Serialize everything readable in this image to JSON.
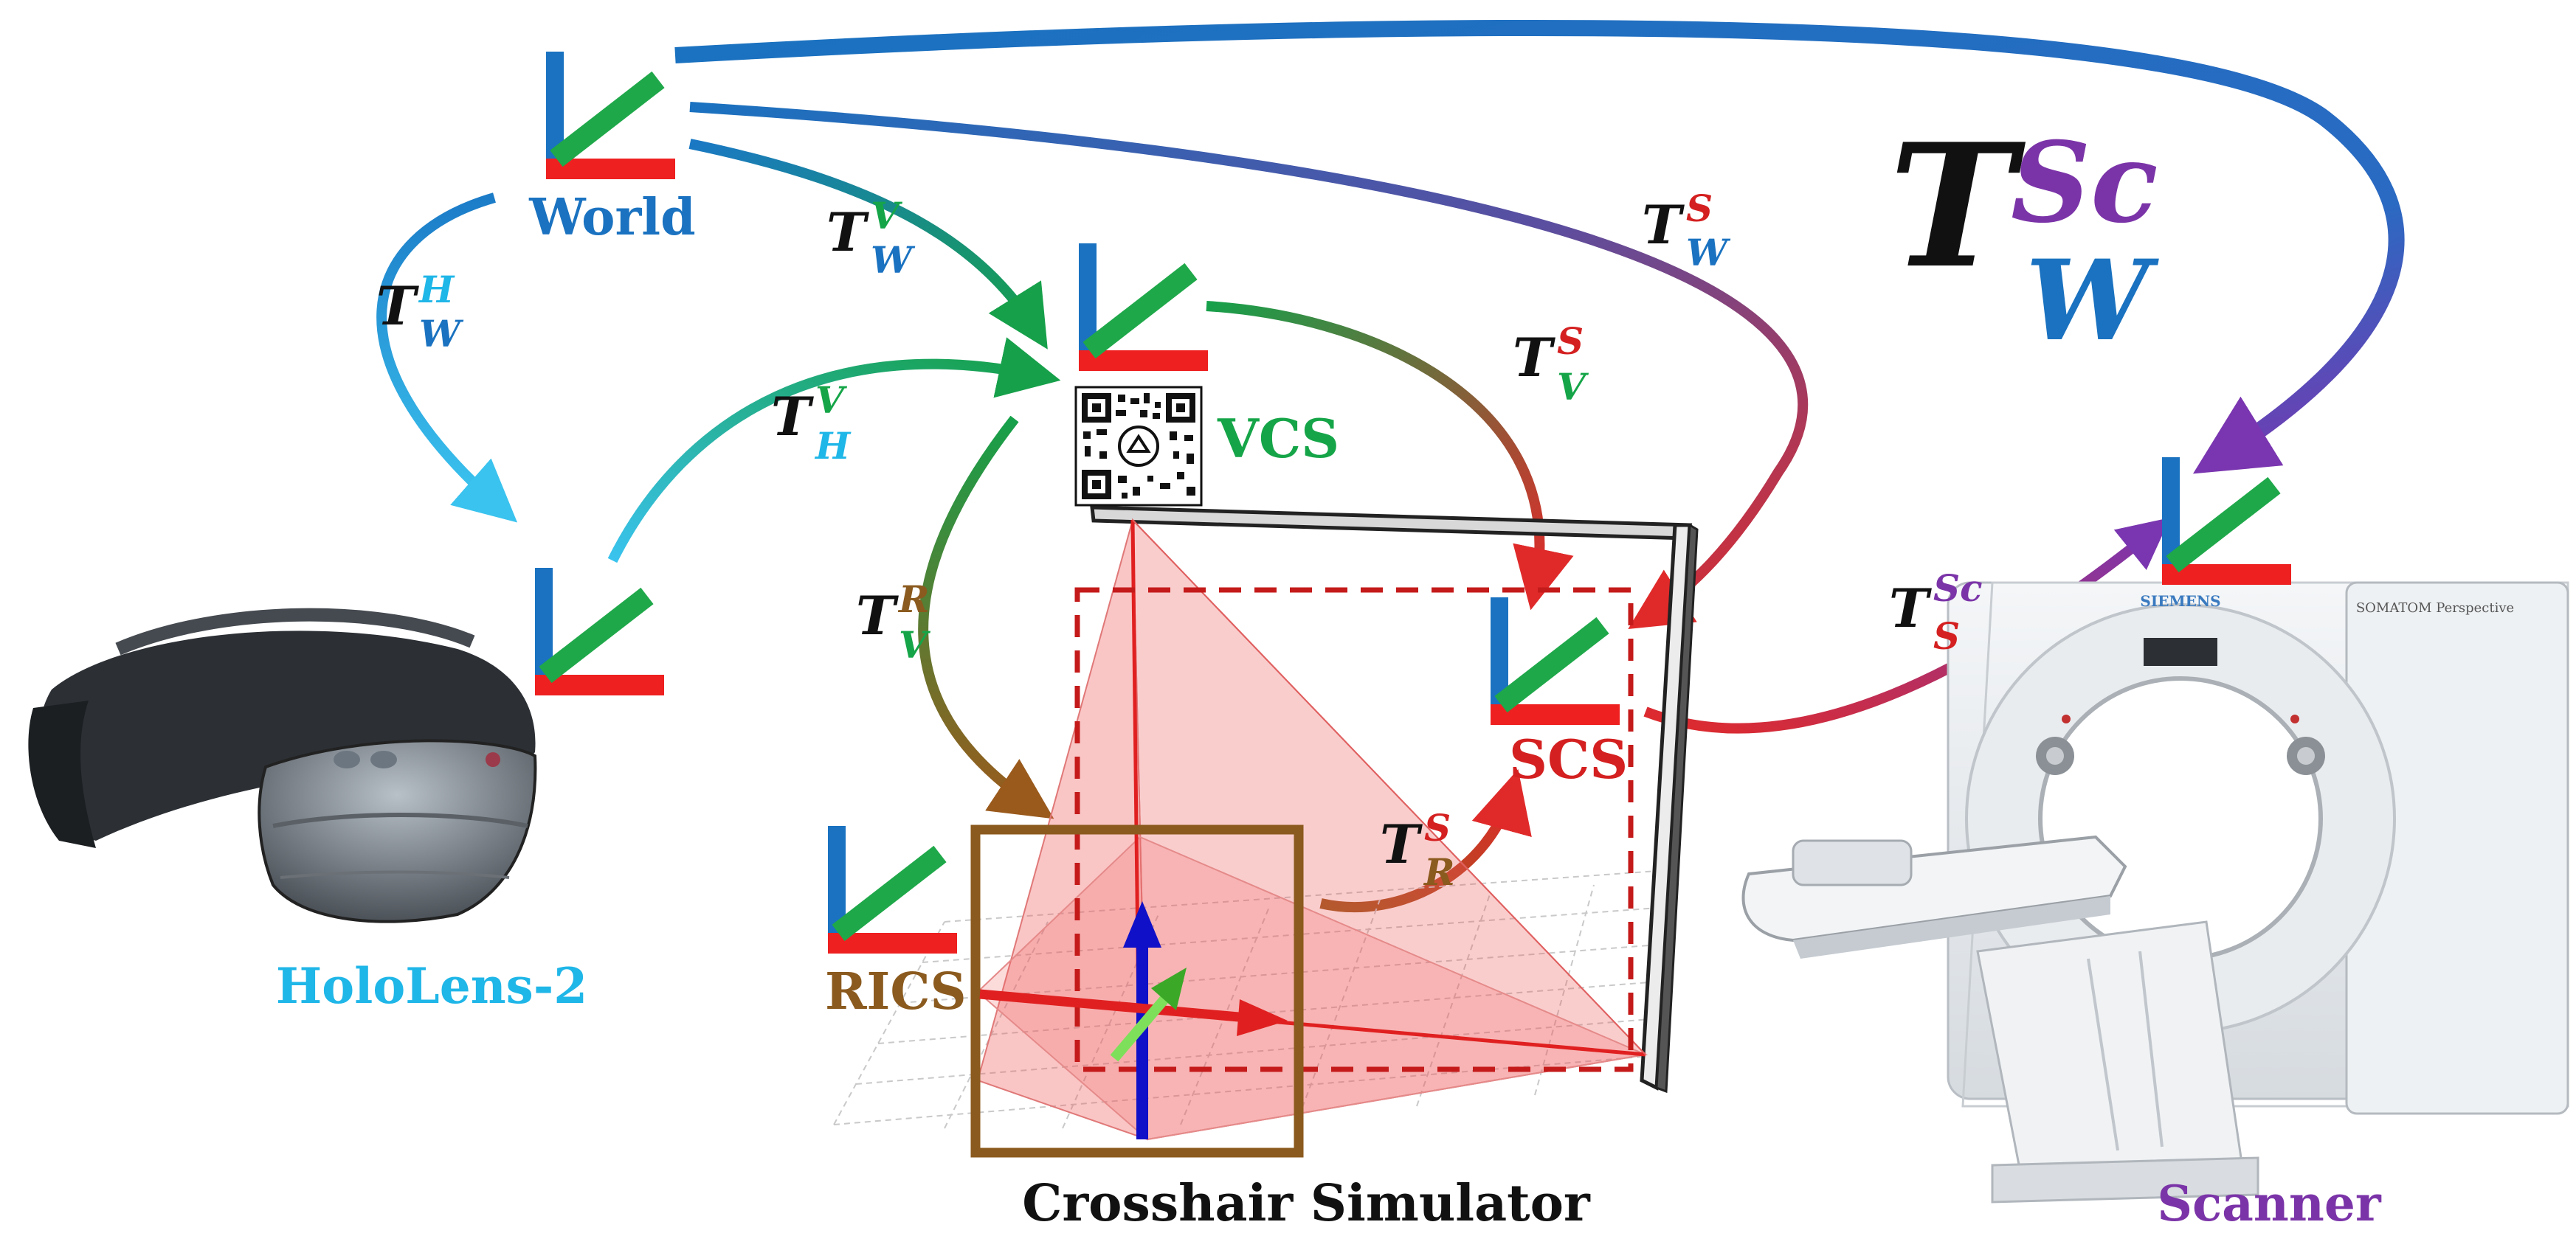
{
  "colors": {
    "world": "#1a72c0",
    "hololens": "#1fb6e8",
    "vcs": "#15a548",
    "scs": "#d42020",
    "rics": "#8b5a1e",
    "scanner": "#7b34a8",
    "axis_blue": "#1a72c0",
    "axis_green": "#1fa84a",
    "axis_red": "#ee2020"
  },
  "frames": {
    "world": "World",
    "hololens": "HoloLens-2",
    "vcs": "VCS",
    "scs": "SCS",
    "rics": "RICS",
    "crosshair_simulator": "Crosshair Simulator",
    "scanner": "Scanner"
  },
  "transforms": {
    "t_w_h": {
      "symbol": "T",
      "sup": "H",
      "sub": "W"
    },
    "t_w_v": {
      "symbol": "T",
      "sup": "V",
      "sub": "W"
    },
    "t_h_v": {
      "symbol": "T",
      "sup": "V",
      "sub": "H"
    },
    "t_v_r": {
      "symbol": "T",
      "sup": "R",
      "sub": "V"
    },
    "t_w_s": {
      "symbol": "T",
      "sup": "S",
      "sub": "W"
    },
    "t_v_s": {
      "symbol": "T",
      "sup": "S",
      "sub": "V"
    },
    "t_r_s": {
      "symbol": "T",
      "sup": "S",
      "sub": "R"
    },
    "t_s_sc": {
      "symbol": "T",
      "sup": "Sc",
      "sub": "S"
    },
    "t_w_sc": {
      "symbol": "T",
      "sup": "Sc",
      "sub": "W"
    }
  },
  "scanner_brand": "SIEMENS",
  "scanner_model": "SOMATOM Perspective"
}
